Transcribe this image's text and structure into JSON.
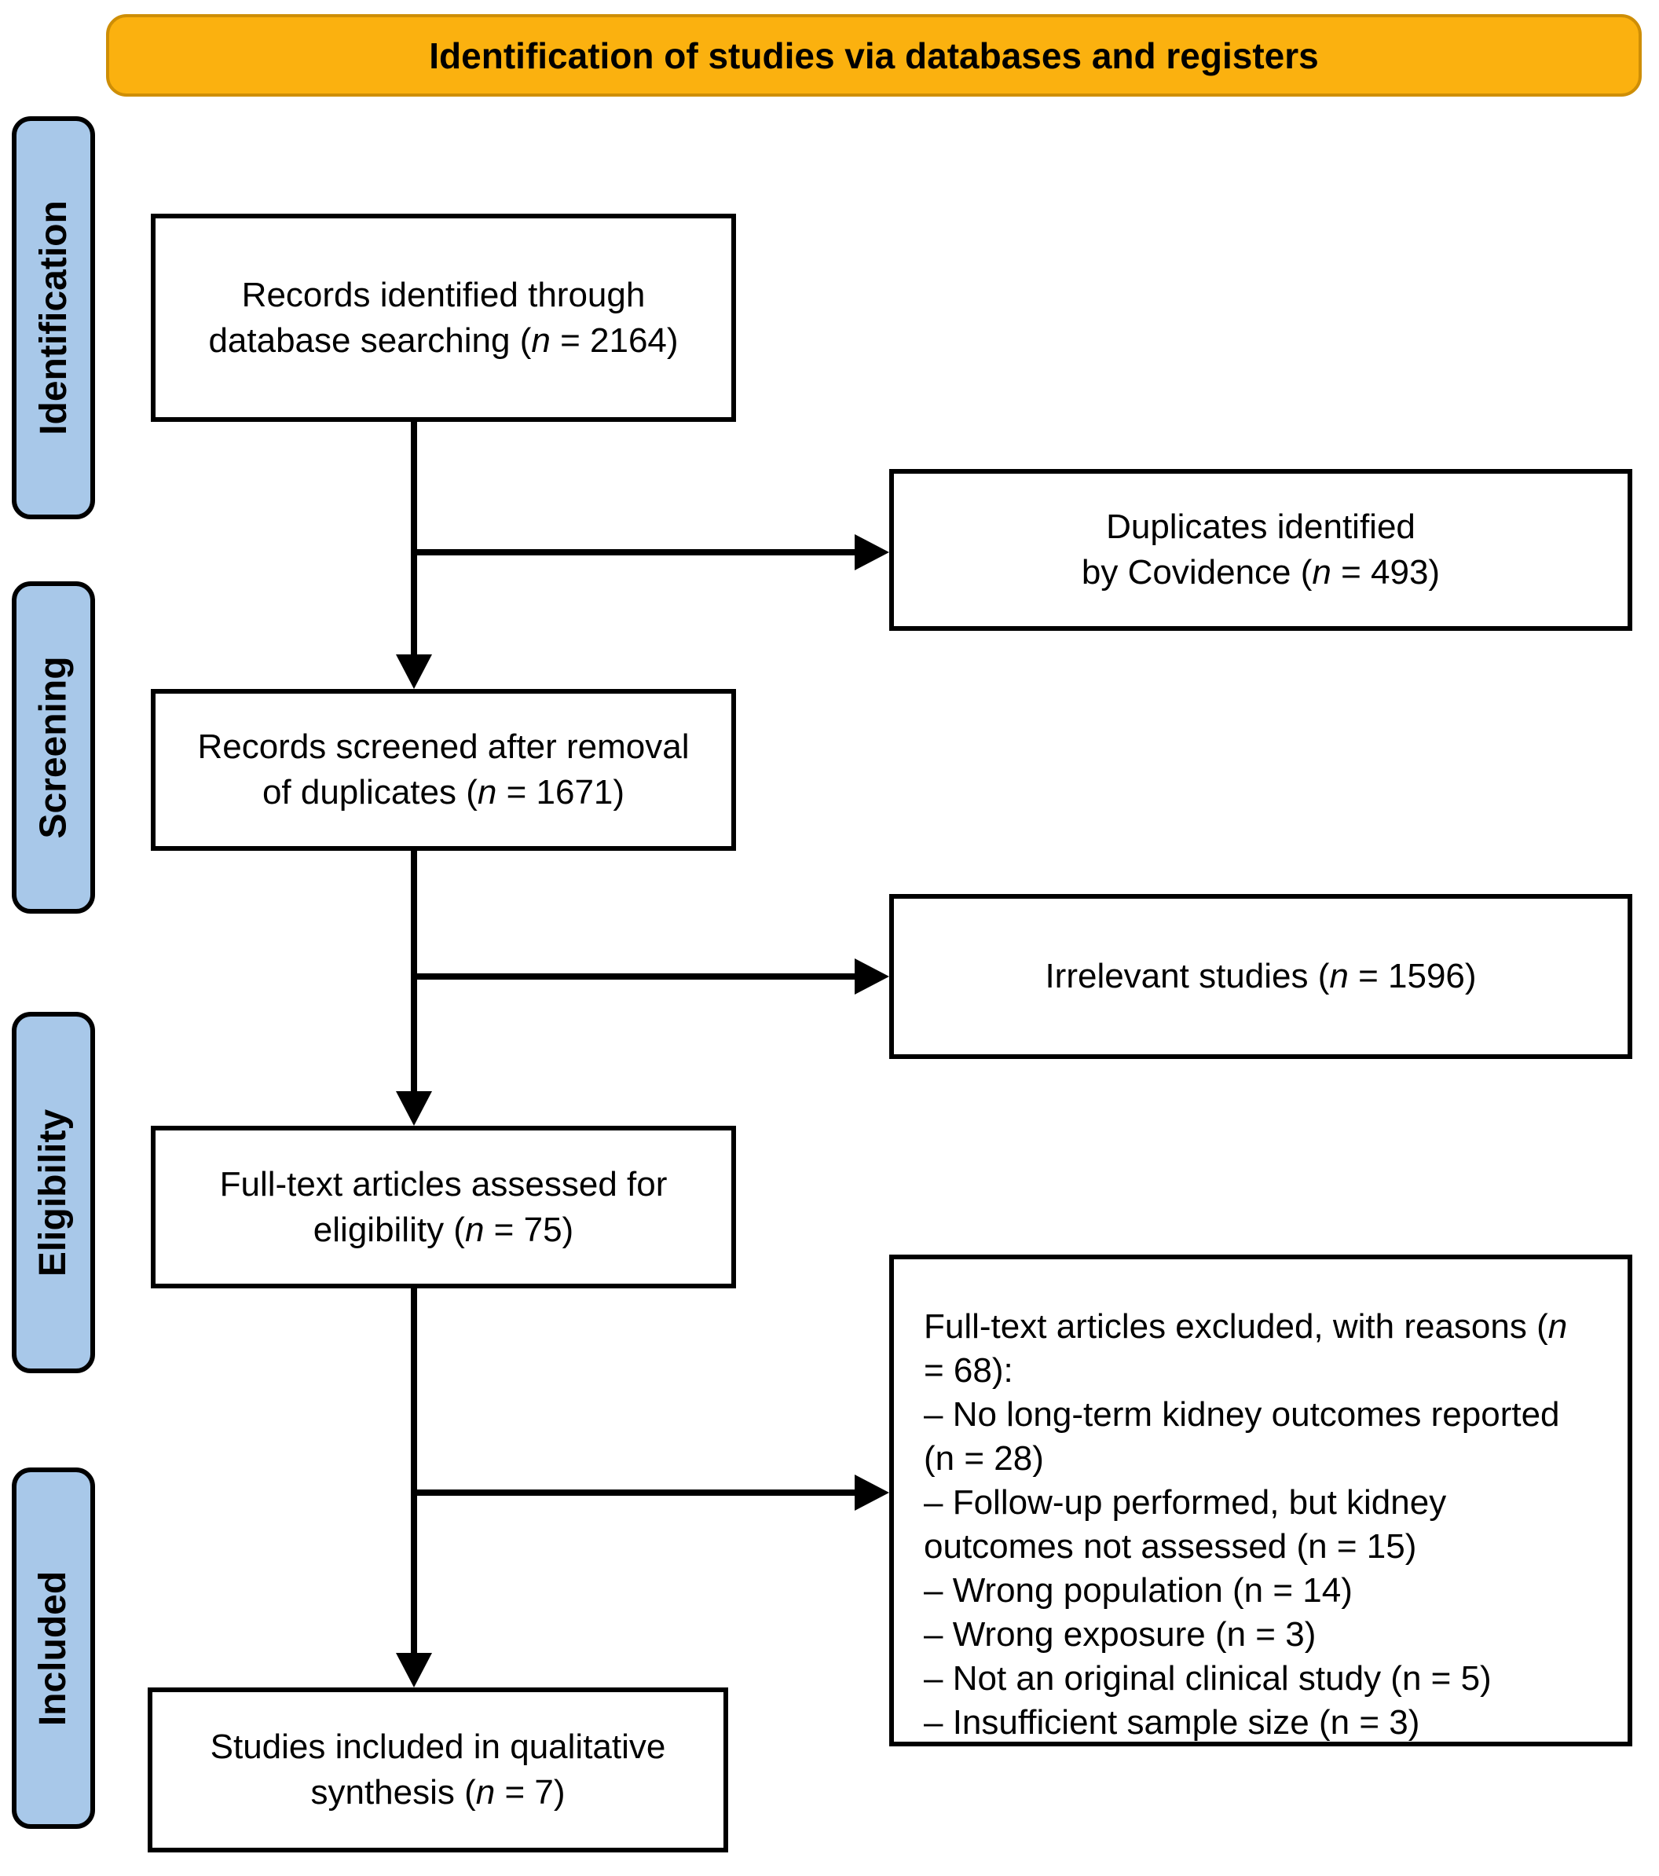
{
  "banner": {
    "title": "Identification of studies via databases and registers"
  },
  "colors": {
    "banner_fill": "#FBB10F",
    "banner_border": "#CE8E06",
    "stage_fill": "#A8C8E9",
    "line_color": "#000000"
  },
  "stages": [
    {
      "label": "Identification"
    },
    {
      "label": "Screening"
    },
    {
      "label": "Eligibility"
    },
    {
      "label": "Included"
    }
  ],
  "flow_boxes": {
    "identified": {
      "lines": [
        "Records identified through",
        "database searching (n = 2164)"
      ]
    },
    "screened": {
      "lines": [
        "Records screened after removal",
        "of duplicates (n = 1671)"
      ]
    },
    "fulltext": {
      "lines": [
        "Full-text articles assessed for",
        "eligibility (n = 75)"
      ]
    },
    "included": {
      "lines": [
        "Studies included in qualitative",
        "synthesis (n = 7)"
      ]
    }
  },
  "side_boxes": {
    "duplicates": {
      "lines": [
        "Duplicates identified",
        "by Covidence (n = 493)"
      ]
    },
    "irrelevant": {
      "lines": [
        "Irrelevant studies (n = 1596)"
      ]
    },
    "excluded": {
      "lines": [
        "Full-text articles excluded, with reasons (n",
        "= 68):",
        "– No long-term kidney outcomes reported",
        "(n = 28)",
        "– Follow-up performed, but kidney",
        "outcomes not assessed (n = 15)",
        "– Wrong population (n = 14)",
        "– Wrong exposure (n = 3)",
        "– Not an original clinical study (n = 5)",
        "– Insufficient sample size (n = 3)"
      ]
    }
  }
}
